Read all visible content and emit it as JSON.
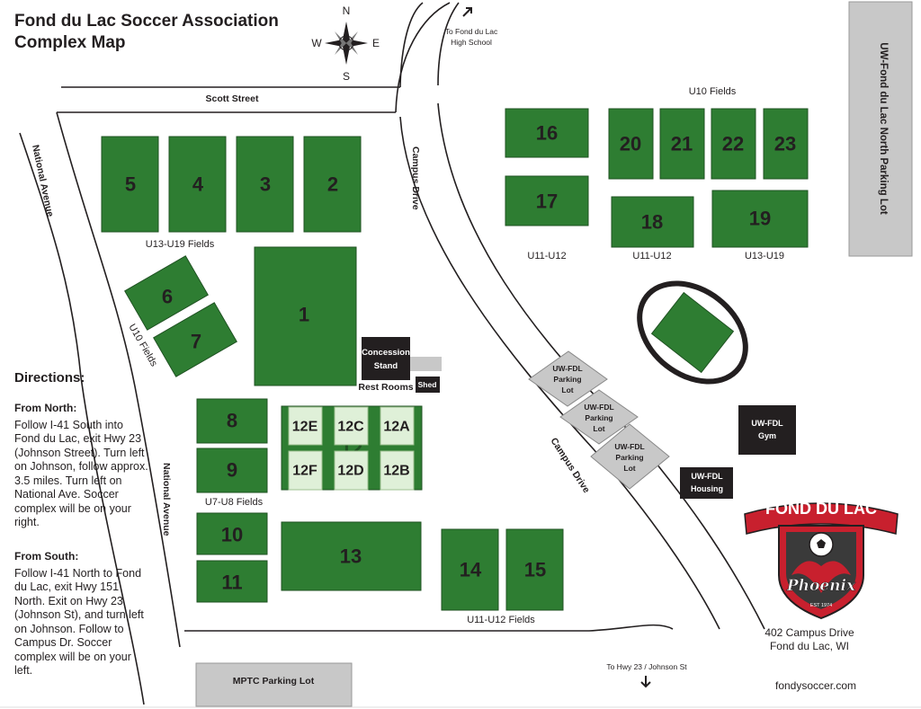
{
  "title_line1": "Fond du Lac Soccer Association",
  "title_line2": "Complex Map",
  "compass": {
    "n": "N",
    "s": "S",
    "e": "E",
    "w": "W"
  },
  "roads": {
    "scott": "Scott Street",
    "campus_top": "Campus Drive",
    "campus_bottom": "Campus Drive",
    "national_top": "National Avenue",
    "national_bottom": "National Avenue"
  },
  "directions_labels": {
    "to_hs": [
      "To Fond du Lac",
      "High School"
    ],
    "to_hwy": "To Hwy 23 / Johnson St"
  },
  "fields": {
    "f1": "1",
    "f2": "2",
    "f3": "3",
    "f4": "4",
    "f5": "5",
    "f6": "6",
    "f7": "7",
    "f8": "8",
    "f9": "9",
    "f10": "10",
    "f11": "11",
    "f12": "12",
    "f13": "13",
    "f14": "14",
    "f15": "15",
    "f16": "16",
    "f17": "17",
    "f18": "18",
    "f19": "19",
    "f20": "20",
    "f21": "21",
    "f22": "22",
    "f23": "23",
    "f12a": "12A",
    "f12b": "12B",
    "f12c": "12C",
    "f12d": "12D",
    "f12e": "12E",
    "f12f": "12F"
  },
  "group_labels": {
    "u13_u19_left": "U13-U19 Fields",
    "u10_left": "U10 Fields",
    "u7_u8": "U7-U8 Fields",
    "u11_u12_bottom": "U11-U12 Fields",
    "u10_top": "U10 Fields",
    "u11_u12_a": "U11-U12",
    "u11_u12_b": "U11-U12",
    "u13_u19_right": "U13-U19"
  },
  "buildings": {
    "concession": [
      "Concession",
      "Stand"
    ],
    "rest_rooms": "Rest Rooms",
    "shed": "Shed",
    "gym": [
      "UW-FDL",
      "Gym"
    ],
    "housing": [
      "UW-FDL",
      "Housing"
    ],
    "parking_1": [
      "UW-FDL",
      "Parking",
      "Lot"
    ],
    "parking_2": [
      "UW-FDL",
      "Parking",
      "Lot"
    ],
    "parking_3": [
      "UW-FDL",
      "Parking",
      "Lot"
    ],
    "mptc": "MPTC Parking Lot",
    "north_lot": "UW-Fond du Lac North Parking Lot"
  },
  "directions": {
    "heading": "Directions:",
    "north_title": "From North:",
    "north_text": "Follow I-41 South into Fond du Lac, exit Hwy 23 (Johnson Street). Turn left on Johnson, follow approx. 3.5 miles. Turn left on National Ave. Soccer complex will be on your right.",
    "south_title": "From South:",
    "south_text": "Follow I-41 North to Fond du Lac, exit Hwy 151 North. Exit on Hwy 23 (Johnson St), and turn left on Johnson. Follow to Campus Dr. Soccer complex will be on your left."
  },
  "logo": {
    "name": "FOND DU LAC",
    "script": "Phoenix",
    "est": "EST 1974"
  },
  "address": {
    "line1": "402 Campus Drive",
    "line2": "Fond du Lac, WI"
  },
  "website": "fondysoccer.com",
  "colors": {
    "field": "#2e7d32",
    "field_light": "#dff0d8",
    "road": "#231f20",
    "lot": "#c8c8c8",
    "building": "#231f20",
    "logo_red": "#c8202e"
  }
}
